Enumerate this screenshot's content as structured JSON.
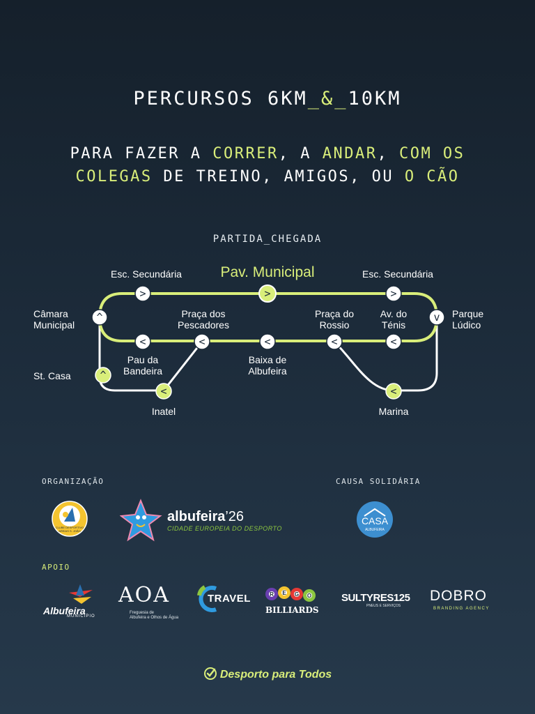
{
  "title": {
    "pre": "PERCURSOS 6KM",
    "amp": "_&_",
    "post": "10KM"
  },
  "subtitle": {
    "line1": {
      "p1": "PARA FAZER A ",
      "h1": "CORRER",
      "p2": ", A ",
      "h2": "ANDAR",
      "p3": ", ",
      "h3": "COM OS"
    },
    "line2": {
      "h1": "COLEGAS",
      "p1": " DE TREINO, AMIGOS, OU ",
      "h2": "O CÃO"
    }
  },
  "route": {
    "start_label": "PARTIDA_CHEGADA",
    "stops": {
      "esc_left": "Esc. Secundária",
      "pav": "Pav. Municipal",
      "esc_right": "Esc. Secundária",
      "camara_1": "Câmara",
      "camara_2": "Municipal",
      "parque_1": "Parque",
      "parque_2": "Lúdico",
      "pescadores_1": "Praça dos",
      "pescadores_2": "Pescadores",
      "rossio_1": "Praça do",
      "rossio_2": "Rossio",
      "tenis_1": "Av. do",
      "tenis_2": "Ténis",
      "pau_1": "Pau da",
      "pau_2": "Bandeira",
      "baixa_1": "Baixa de",
      "baixa_2": "Albufeira",
      "stcasa": "St. Casa",
      "inatel": "Inatel",
      "marina": "Marina"
    },
    "arrows": {
      "right": ">",
      "left": "<",
      "up": "^",
      "down": "v"
    }
  },
  "sections": {
    "org": "ORGANIZAÇÃO",
    "causa": "CAUSA SOLIDÁRIA",
    "apoio": "APOIO"
  },
  "logos": {
    "club_1": "CLUBE DESPORTIVO",
    "club_2": "AREIAS S. JOÃO",
    "alb26_name": "albufeira",
    "alb26_year": "’26",
    "alb26_tag": "CIDADE EUROPEIA DO DESPORTO",
    "casa_name": "CASA",
    "casa_sub": "ALBUFEIRA",
    "municipio_name": "Albufeira",
    "municipio_sub": "MUNICÍPIO",
    "aoa_name": "AOA",
    "aoa_sub1": "Freguesia de",
    "aoa_sub2": "Albufeira e Olhos de Água",
    "travel": "TRAVEL",
    "rego_r": "R",
    "rego_e": "E",
    "rego_g": "G",
    "rego_o": "O",
    "billiards": "BILLIARDS",
    "sultyres": "SULTYRES125",
    "sultyres_sub": "PNEUS E SERVIÇOS",
    "dobro": "DOBRO",
    "dobro_sub": "BRANDING AGENCY"
  },
  "footer": "Desporto para Todos",
  "colors": {
    "accent": "#d9ee7a",
    "route": "#ffffff",
    "background": "#1c2b3a"
  },
  "icons": {
    "check": "check-circle-icon"
  }
}
